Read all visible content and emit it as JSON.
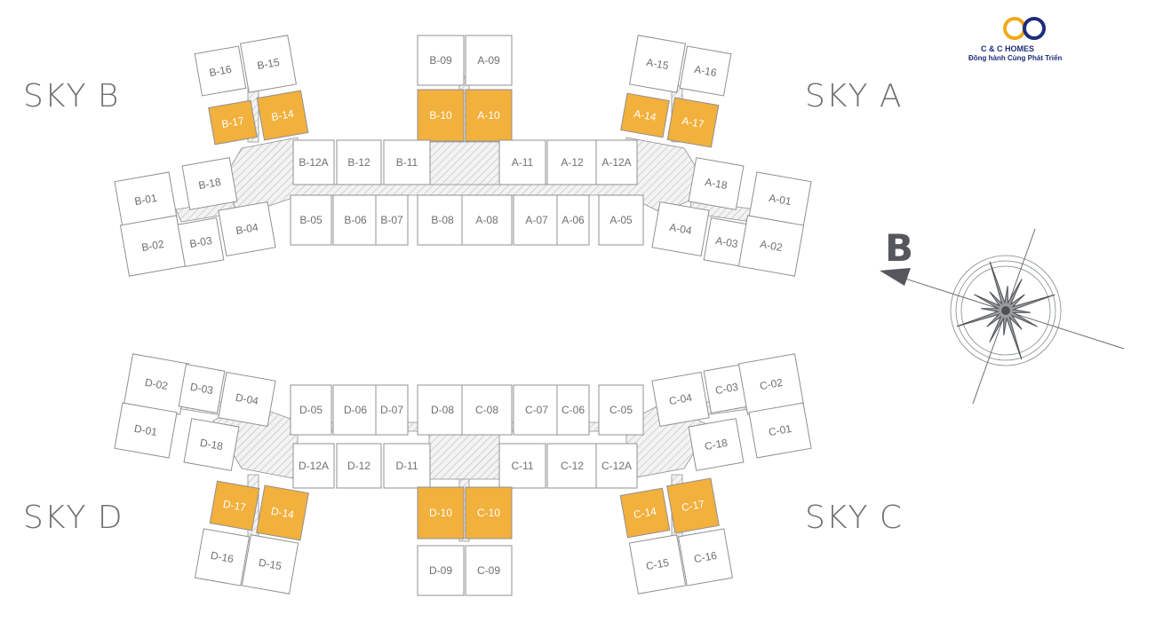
{
  "logo": {
    "name": "C & C HOMES",
    "slogan": "Đồng hành Cùng Phát Triển",
    "colors": {
      "ring_blue": "#1d2d7a",
      "ring_gold": "#f0a91e"
    }
  },
  "towers": {
    "sky_b": "SKY B",
    "sky_a": "SKY A",
    "sky_d": "SKY D",
    "sky_c": "SKY C"
  },
  "compass": {
    "letter": "B",
    "icon": "compass-rose-icon"
  },
  "colors": {
    "highlight": "#f2b03c",
    "unit_border": "#8f9094",
    "corridor_hatch": "#b9babc",
    "label": "#6f6f72",
    "highlight_text": "#ffffff"
  },
  "units": [
    {
      "id": "B-16",
      "hl": false
    },
    {
      "id": "B-15",
      "hl": false
    },
    {
      "id": "B-17",
      "hl": true
    },
    {
      "id": "B-14",
      "hl": true
    },
    {
      "id": "B-09",
      "hl": false
    },
    {
      "id": "A-09",
      "hl": false
    },
    {
      "id": "B-10",
      "hl": true
    },
    {
      "id": "A-10",
      "hl": true
    },
    {
      "id": "A-15",
      "hl": false
    },
    {
      "id": "A-16",
      "hl": false
    },
    {
      "id": "A-14",
      "hl": true
    },
    {
      "id": "A-17",
      "hl": true
    },
    {
      "id": "B-12A",
      "hl": false
    },
    {
      "id": "B-12",
      "hl": false
    },
    {
      "id": "B-11",
      "hl": false
    },
    {
      "id": "A-11",
      "hl": false
    },
    {
      "id": "A-12",
      "hl": false
    },
    {
      "id": "A-12A",
      "hl": false
    },
    {
      "id": "B-18",
      "hl": false
    },
    {
      "id": "B-01",
      "hl": false
    },
    {
      "id": "B-02",
      "hl": false
    },
    {
      "id": "B-03",
      "hl": false
    },
    {
      "id": "B-04",
      "hl": false
    },
    {
      "id": "B-05",
      "hl": false
    },
    {
      "id": "B-06",
      "hl": false
    },
    {
      "id": "B-07",
      "hl": false
    },
    {
      "id": "B-08",
      "hl": false
    },
    {
      "id": "A-08",
      "hl": false
    },
    {
      "id": "A-07",
      "hl": false
    },
    {
      "id": "A-06",
      "hl": false
    },
    {
      "id": "A-05",
      "hl": false
    },
    {
      "id": "A-18",
      "hl": false
    },
    {
      "id": "A-01",
      "hl": false
    },
    {
      "id": "A-04",
      "hl": false
    },
    {
      "id": "A-03",
      "hl": false
    },
    {
      "id": "A-02",
      "hl": false
    },
    {
      "id": "D-02",
      "hl": false
    },
    {
      "id": "D-03",
      "hl": false
    },
    {
      "id": "D-04",
      "hl": false
    },
    {
      "id": "D-01",
      "hl": false
    },
    {
      "id": "D-18",
      "hl": false
    },
    {
      "id": "D-05",
      "hl": false
    },
    {
      "id": "D-06",
      "hl": false
    },
    {
      "id": "D-07",
      "hl": false
    },
    {
      "id": "D-08",
      "hl": false
    },
    {
      "id": "C-08",
      "hl": false
    },
    {
      "id": "C-07",
      "hl": false
    },
    {
      "id": "C-06",
      "hl": false
    },
    {
      "id": "C-05",
      "hl": false
    },
    {
      "id": "C-04",
      "hl": false
    },
    {
      "id": "C-03",
      "hl": false
    },
    {
      "id": "C-02",
      "hl": false
    },
    {
      "id": "C-18",
      "hl": false
    },
    {
      "id": "C-01",
      "hl": false
    },
    {
      "id": "D-12A",
      "hl": false
    },
    {
      "id": "D-12",
      "hl": false
    },
    {
      "id": "D-11",
      "hl": false
    },
    {
      "id": "C-11",
      "hl": false
    },
    {
      "id": "C-12",
      "hl": false
    },
    {
      "id": "C-12A",
      "hl": false
    },
    {
      "id": "D-17",
      "hl": true
    },
    {
      "id": "D-14",
      "hl": true
    },
    {
      "id": "D-10",
      "hl": true
    },
    {
      "id": "C-10",
      "hl": true
    },
    {
      "id": "C-14",
      "hl": true
    },
    {
      "id": "C-17",
      "hl": true
    },
    {
      "id": "D-16",
      "hl": false
    },
    {
      "id": "D-15",
      "hl": false
    },
    {
      "id": "D-09",
      "hl": false
    },
    {
      "id": "C-09",
      "hl": false
    },
    {
      "id": "C-15",
      "hl": false
    },
    {
      "id": "C-16",
      "hl": false
    }
  ]
}
